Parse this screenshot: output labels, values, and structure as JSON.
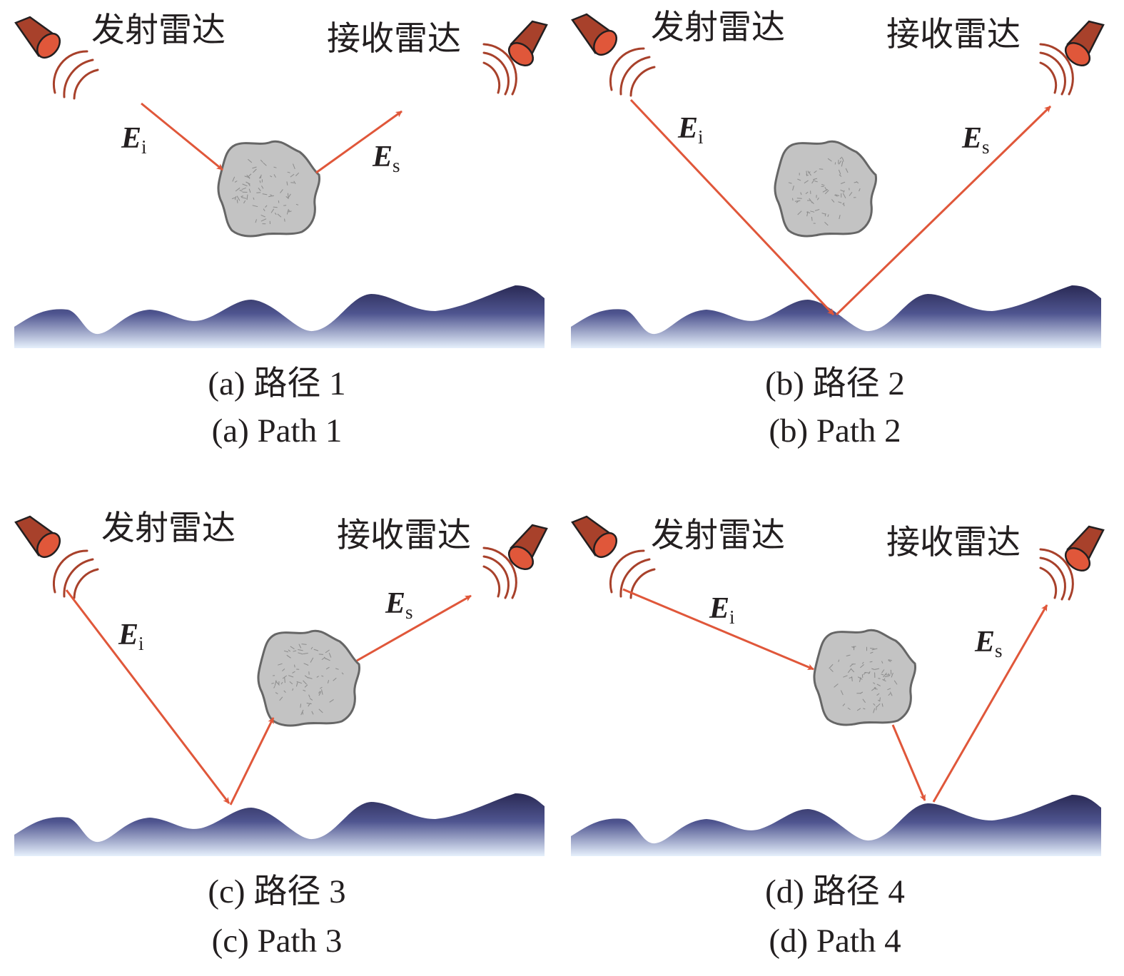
{
  "panels": [
    {
      "transmit_label": "发射雷达",
      "receive_label": "接收雷达",
      "incident_letter": "E",
      "incident_sub": "i",
      "scatter_letter": "E",
      "scatter_sub": "s",
      "caption_cn": "(a) 路径 1",
      "caption_en": "(a) Path 1"
    },
    {
      "transmit_label": "发射雷达",
      "receive_label": "接收雷达",
      "incident_letter": "E",
      "incident_sub": "i",
      "scatter_letter": "E",
      "scatter_sub": "s",
      "caption_cn": "(b) 路径 2",
      "caption_en": "(b) Path 2"
    },
    {
      "transmit_label": "发射雷达",
      "receive_label": "接收雷达",
      "incident_letter": "E",
      "incident_sub": "i",
      "scatter_letter": "E",
      "scatter_sub": "s",
      "caption_cn": "(c) 路径 3",
      "caption_en": "(c) Path 3"
    },
    {
      "transmit_label": "发射雷达",
      "receive_label": "接收雷达",
      "incident_letter": "E",
      "incident_sub": "i",
      "scatter_letter": "E",
      "scatter_sub": "s",
      "caption_cn": "(d) 路径 4",
      "caption_en": "(d) Path 4"
    }
  ],
  "colors": {
    "ray": "#e0573a",
    "radar_body": "#a8412b",
    "radar_mouth": "#e0573a",
    "target": "#c3c3c3",
    "sea_top": "#2a2a55",
    "sea_bottom": "#e6f0fc"
  }
}
